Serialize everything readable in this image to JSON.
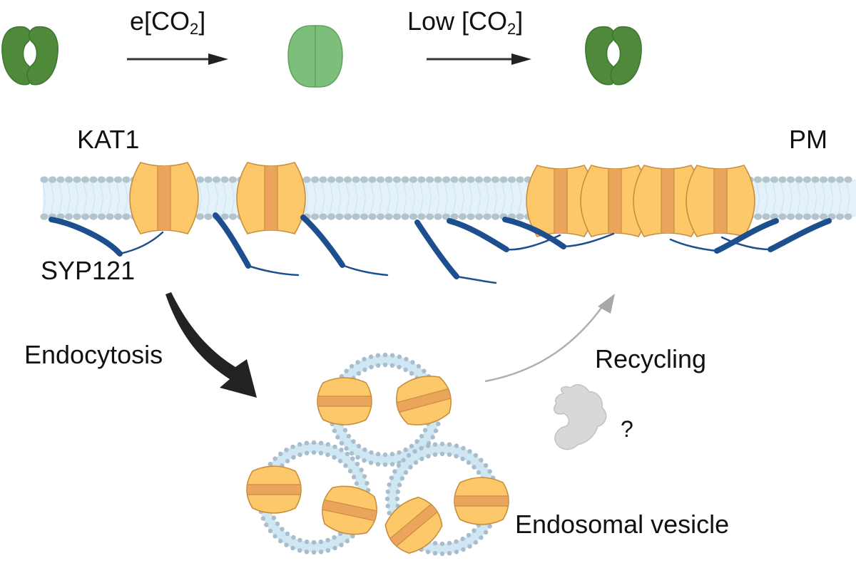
{
  "labels": {
    "elevated_co2": {
      "text": "e[CO",
      "sub": "2",
      "close": "]"
    },
    "low_co2": {
      "text": "Low [CO",
      "sub": "2",
      "close": "]"
    },
    "kat1": "KAT1",
    "pm": "PM",
    "syp121": "SYP121",
    "endocytosis": "Endocytosis",
    "recycling": "Recycling",
    "unknown_factor": "?",
    "endosomal_vesicle": "Endosomal vesicle"
  },
  "colors": {
    "guard_cell_dark": "#4e8a3a",
    "guard_cell_light": "#7cbf7a",
    "lipid_head": "#b3c4cf",
    "lipid_tail": "#cfe6f3",
    "channel_light": "#fcc86a",
    "channel_dark": "#eba45c",
    "channel_stroke": "#c98e3d",
    "syp121": "#1d4f8f",
    "endocytosis_arrow": "#222222",
    "recycling_arrow": "#a8a8a8",
    "unknown_protein": "#d8d8d8"
  },
  "icons": [
    "stomata-open-icon",
    "stomata-closed-icon",
    "kat1-channel-icon",
    "syp121-icon",
    "endosomal-vesicle-icon",
    "unknown-protein-icon"
  ]
}
